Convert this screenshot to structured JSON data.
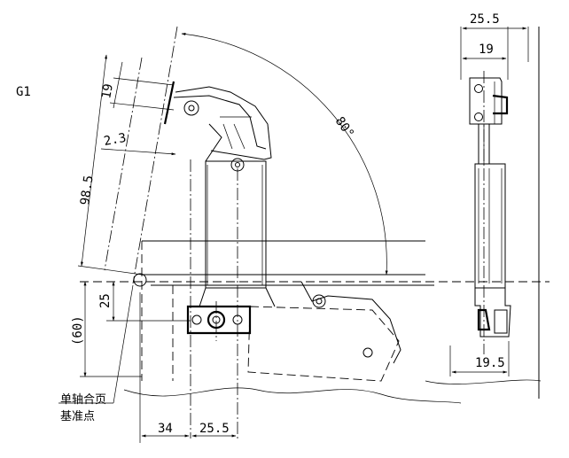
{
  "drawing": {
    "id_label": "G1",
    "angle_label": "80°",
    "pivot_note_line1": "单轴合页",
    "pivot_note_line2": "基准点"
  },
  "dimensions": {
    "d_19_left": "19",
    "d_2_3": "2.3",
    "d_98_5": "98.5",
    "d_25": "25",
    "d_60": "(60)",
    "d_34": "34",
    "d_25_5_bottom": "25.5",
    "d_25_5_top": "25.5",
    "d_19_top": "19",
    "d_19_5": "19.5"
  }
}
